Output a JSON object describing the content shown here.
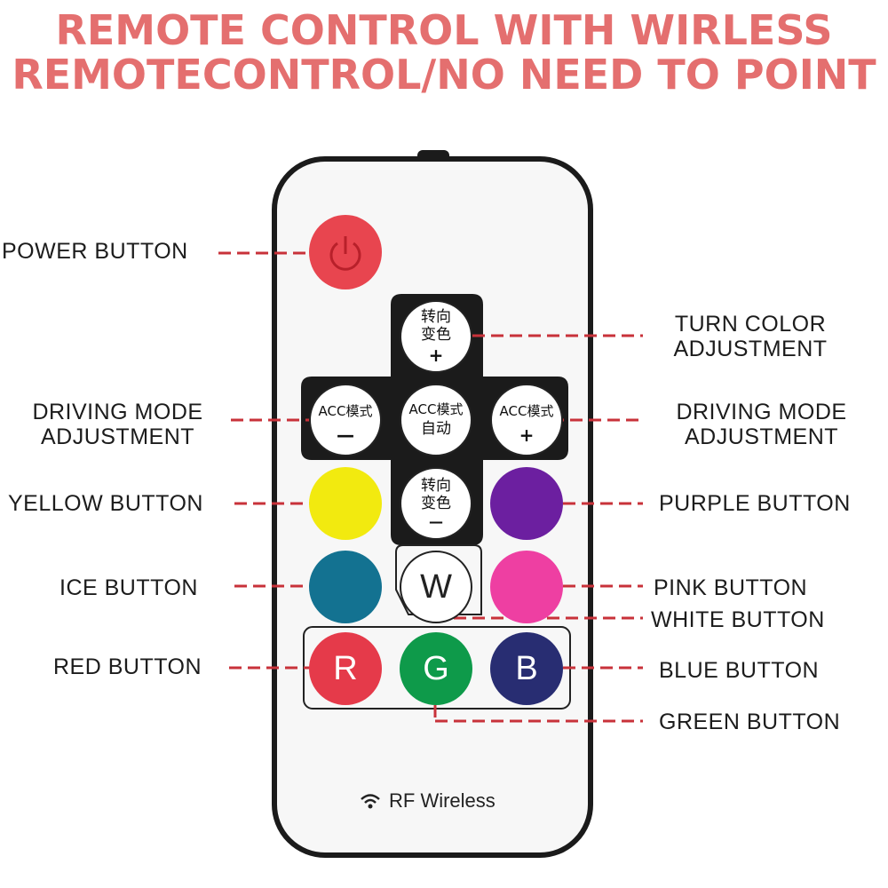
{
  "title_line1": "REMOTE CONTROL WITH WIRLESS",
  "title_line2": "REMOTECONTROL/NO NEED TO POINT",
  "colors": {
    "title": "#e46f6f",
    "power": "#e8454f",
    "yellow": "#f2ea0f",
    "purple": "#6c1fa0",
    "ice": "#137291",
    "pink": "#ee3fa2",
    "red": "#e53a4a",
    "green": "#0e9a4a",
    "blue": "#282d72"
  },
  "labels": {
    "power": "POWER BUTTON",
    "turn_color_line1": "TURN COLOR",
    "turn_color_line2": "ADJUSTMENT",
    "driving_left_line1": "DRIVING MODE",
    "driving_left_line2": "ADJUSTMENT",
    "driving_right_line1": "DRIVING MODE",
    "driving_right_line2": "ADJUSTMENT",
    "yellow": "YELLOW BUTTON",
    "purple": "PURPLE BUTTON",
    "ice": "ICE BUTTON",
    "pink": "PINK BUTTON",
    "white": "WHITE BUTTON",
    "red": "RED BUTTON",
    "blue": "BLUE BUTTON",
    "green": "GREEN BUTTON"
  },
  "keys": {
    "turn_up_line1": "转向",
    "turn_up_line2": "变色",
    "turn_up_sign": "+",
    "acc_minus_line1": "ACC模式",
    "acc_minus_sign": "—",
    "acc_auto_line1": "ACC模式",
    "acc_auto_line2": "自动",
    "acc_plus_line1": "ACC模式",
    "acc_plus_sign": "+",
    "turn_down_line1": "转向",
    "turn_down_line2": "变色",
    "turn_down_sign": "—",
    "white": "W",
    "red": "R",
    "green": "G",
    "blue": "B"
  },
  "footer": {
    "icon": "wifi-icon",
    "text": "RF Wireless"
  }
}
